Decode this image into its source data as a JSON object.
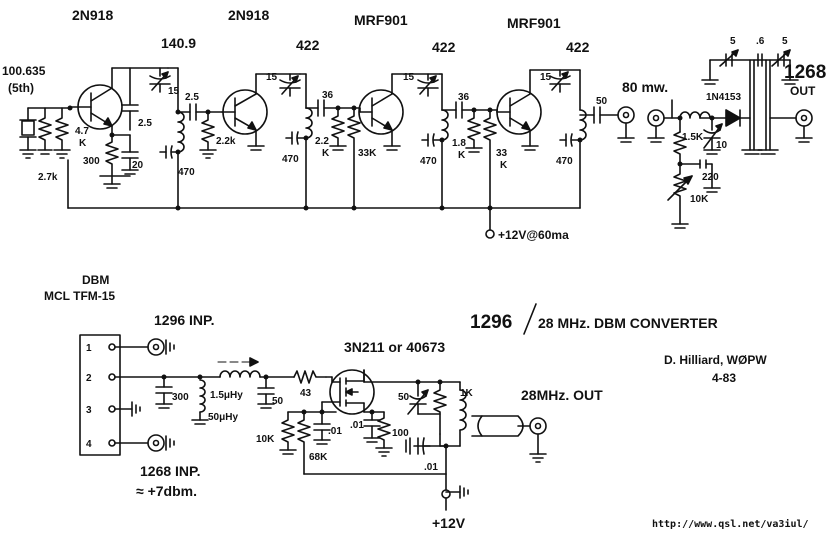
{
  "oscillator_chain": {
    "stage1_transistor": "2N918",
    "stage2_transistor": "2N918",
    "stage3_transistor": "MRF901",
    "stage4_transistor": "MRF901",
    "crystal_freq": "100.635",
    "crystal_overtone": "(5th)",
    "stage1_out_freq": "140.9",
    "stage2_out_freq": "422",
    "stage3_out_freq": "422",
    "stage4_out_freq": "422",
    "output_power": "80 mw.",
    "output_freq": "1268",
    "output_label": "OUT",
    "diode": "1N4153",
    "supply": "+12V@60ma",
    "values": {
      "r_emitter1": "4.7",
      "r_emitter1_unit": "K",
      "r_base1": "2.7k",
      "c_var1": "15",
      "c_fb1": "2.5",
      "r_300": "300",
      "c_20": "20",
      "c_coupling2": "2.5",
      "r_base2": "2.2k",
      "c_var2": "15",
      "bypass2": "470",
      "c_coupling3": "36",
      "r_base3": "2.2",
      "r_base3_unit": "K",
      "c_var3": "15",
      "r_33k": "33K",
      "bypass3": "470",
      "c_coupling4": "36",
      "r_base4": "1.8",
      "r_base4_unit": "K",
      "r_base4b": "33",
      "r_base4b_unit": "K",
      "c_var4": "15",
      "bypass4": "470",
      "c_out": "50",
      "r_1_5k": "1.5K",
      "c_220": "220",
      "r_10k_pot": "10K",
      "c_var_10": "10",
      "stub_c1": "5",
      "stub_c2": ".6",
      "stub_c3": "5"
    }
  },
  "mixer": {
    "title_a": "1296",
    "title_b": "28 MHz. DBM CONVERTER",
    "author": "D. Hilliard, WØPW",
    "date": "4-83",
    "dbm_label": "DBM",
    "dbm_model": "MCL TFM-15",
    "pins": [
      "1",
      "2",
      "3",
      "4"
    ],
    "input_label": "1296 INP.",
    "lo_input_label": "1268 INP.",
    "lo_level": "≈ +7dbm.",
    "mosfet": "3N211 or 40673",
    "output_label": "28MHz. OUT",
    "supply": "+12V",
    "values": {
      "c_300": "300",
      "l_1_5": "1.5μHy",
      "l_50": "50μHy",
      "c_50a": "50",
      "r_43": "43",
      "r_10k": "10K",
      "c_01a": ".01",
      "r_68k": "68K",
      "c_01b": ".01",
      "r_100": "100",
      "c_var50": "50",
      "r_1k": "1K",
      "c_01c": ".01"
    }
  },
  "footer_url": "http://www.qsl.net/va3iul/"
}
